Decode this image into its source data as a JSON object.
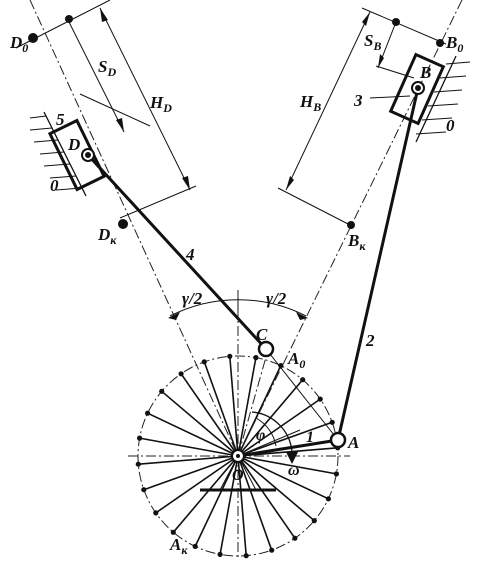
{
  "labels": {
    "D0": "D",
    "D0_sub": "0",
    "D": "D",
    "Dk": "D",
    "Dk_sub": "к",
    "SD": "S",
    "SD_sub": "D",
    "HD": "H",
    "HD_sub": "D",
    "B0": "B",
    "B0_sub": "0",
    "B": "B",
    "Bk": "B",
    "Bk_sub": "к",
    "SB": "S",
    "SB_sub": "B",
    "HB": "H",
    "HB_sub": "B",
    "A": "A",
    "A0": "A",
    "A0_sub": "0",
    "Ak": "A",
    "Ak_sub": "к",
    "C": "C",
    "O": "O",
    "phi": "φ",
    "omega": "ω",
    "gamma_left": "γ/2",
    "gamma_right": "γ/2",
    "link1": "1",
    "link2": "2",
    "link3": "3",
    "link4": "4",
    "link5": "5",
    "ground_left": "0",
    "ground_right": "0"
  },
  "crank": {
    "positions_count": 24
  },
  "colors": {
    "line": "#111111",
    "background": "#ffffff"
  }
}
